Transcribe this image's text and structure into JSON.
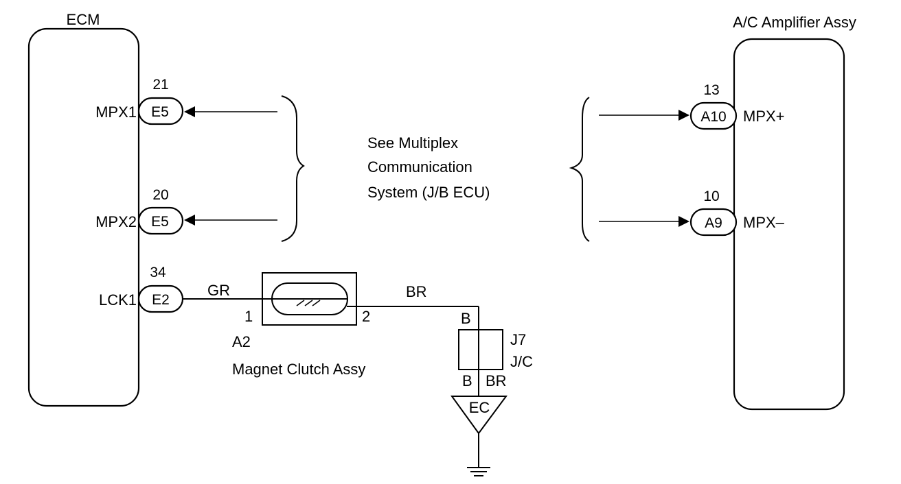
{
  "components": {
    "ecm": {
      "title": "ECM"
    },
    "ac_amplifier": {
      "title": "A/C Amplifier Assy"
    },
    "magnet_clutch": {
      "code": "A2",
      "name": "Magnet Clutch Assy",
      "pin1": "1",
      "pin2": "2"
    },
    "junction": {
      "code": "J7",
      "type": "J/C"
    },
    "ground": {
      "code": "EC"
    }
  },
  "ecm_terminals": [
    {
      "pin": "21",
      "connector": "E5",
      "signal": "MPX1"
    },
    {
      "pin": "20",
      "connector": "E5",
      "signal": "MPX2"
    },
    {
      "pin": "34",
      "connector": "E2",
      "signal": "LCK1"
    }
  ],
  "amp_terminals": [
    {
      "pin": "13",
      "connector": "A10",
      "signal": "MPX+"
    },
    {
      "pin": "10",
      "connector": "A9",
      "signal": "MPX–"
    }
  ],
  "note": {
    "lines": [
      "See Multiplex",
      "Communication",
      "System (J/B ECU)"
    ]
  },
  "wires": {
    "ecm_to_clutch": "GR",
    "clutch_to_jc": "BR",
    "jc_in": "B",
    "jc_out_left": "B",
    "jc_out_right": "BR"
  }
}
